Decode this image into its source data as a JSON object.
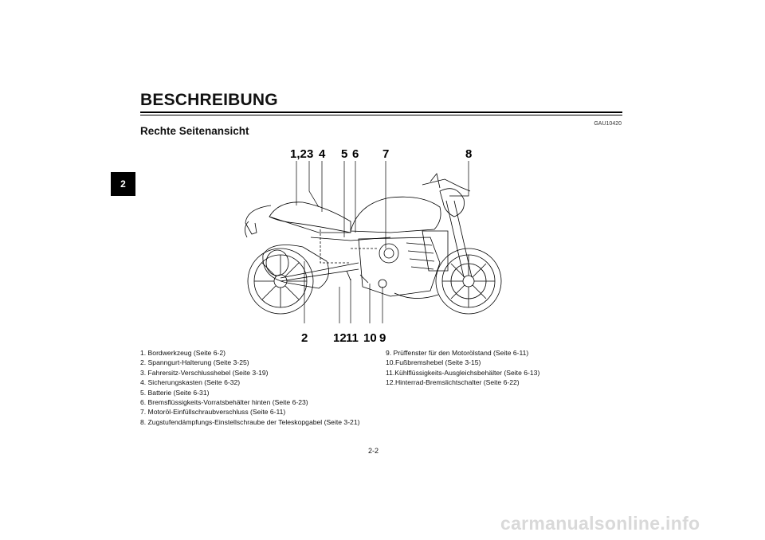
{
  "section_tab": "2",
  "header": {
    "title": "BESCHREIBUNG",
    "code": "GAU10420"
  },
  "subtitle": "Rechte Seitenansicht",
  "callouts_top": [
    "1,2",
    "3",
    "4",
    "5",
    "6",
    "7",
    "8"
  ],
  "callouts_bottom": [
    "2",
    "12",
    "11",
    "10",
    "9"
  ],
  "legend_left": [
    "1. Bordwerkzeug (Seite 6-2)",
    "2. Spanngurt-Halterung (Seite 3-25)",
    "3. Fahrersitz-Verschlusshebel (Seite 3-19)",
    "4. Sicherungskasten (Seite 6-32)",
    "5. Batterie (Seite 6-31)",
    "6. Bremsflüssigkeits-Vorratsbehälter hinten (Seite 6-23)",
    "7. Motoröl-Einfüllschraubverschluss (Seite 6-11)",
    "8. Zugstufendämpfungs-Einstellschraube der Teleskopgabel (Seite 3-21)"
  ],
  "legend_right": [
    "9. Prüffenster für den Motorölstand (Seite 6-11)",
    "10.Fußbremshebel (Seite 3-15)",
    "11.Kühlflüssigkeits-Ausgleichsbehälter (Seite 6-13)",
    "12.Hinterrad-Bremslichtschalter (Seite 6-22)"
  ],
  "page_number": "2-2",
  "watermark": "carmanualsonline.info"
}
